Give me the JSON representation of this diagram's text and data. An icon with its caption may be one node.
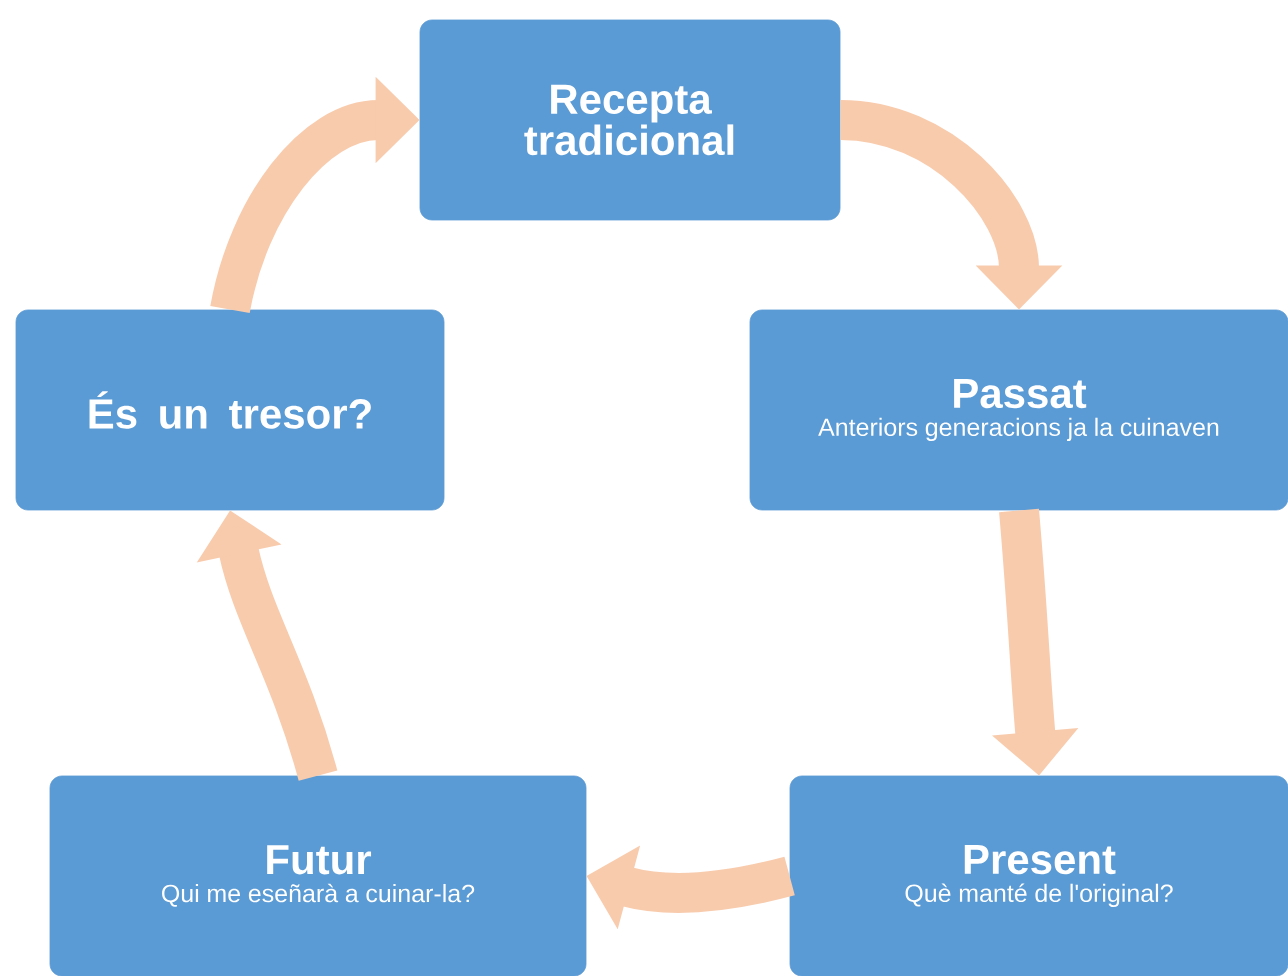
{
  "diagram": {
    "nodes": [
      {
        "text": [
          "Recepta tradicional"
        ]
      },
      {
        "text": [
          "Passat",
          "Anteriors generacions ja la cuinaven"
        ]
      },
      {
        "text": [
          "Present",
          "Què manté de l'original?"
        ]
      },
      {
        "text": [
          "Futur",
          "Qui me eseñarà a cuinar-la?"
        ]
      },
      {
        "text": [
          "És un tresor?"
        ]
      }
    ],
    "edges": [
      {
        "from": 0,
        "to": 1,
        "arrow": "to"
      },
      {
        "from": 1,
        "to": 2,
        "arrow": "to"
      },
      {
        "from": 2,
        "to": 3,
        "arrow": "to"
      },
      {
        "from": 3,
        "to": 4,
        "arrow": "to"
      },
      {
        "from": 4,
        "to": 0,
        "arrow": "to"
      }
    ]
  }
}
